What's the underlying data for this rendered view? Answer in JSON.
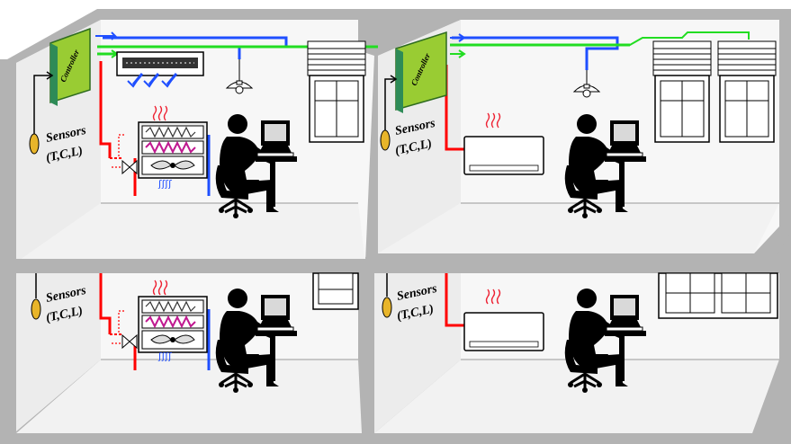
{
  "diagram": {
    "controller_label": "Controller",
    "sensor_label_line1": "Sensors",
    "sensor_label_line2": "(T,C,L)"
  },
  "colors": {
    "building_frame": "#b3b3b3",
    "wall": "#f2f2f2",
    "hot_pipe": "#ff0000",
    "cold_pipe": "#1f4fff",
    "control_line": "#22dd22",
    "controller_body": "#99cc33",
    "controller_side": "#2e8b57",
    "sensor": "#e8b52a"
  },
  "icons": [
    "controller-box-icon",
    "sensor-icon",
    "air-conditioner-icon",
    "ceiling-lamp-icon",
    "window-with-blind-icon",
    "fan-coil-unit-icon",
    "valve-icon",
    "radiator-icon",
    "person-at-computer-icon",
    "heat-waves-icon"
  ]
}
